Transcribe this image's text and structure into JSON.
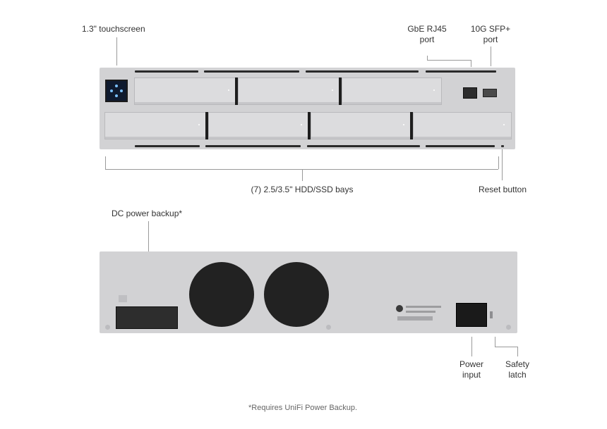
{
  "front": {
    "touchscreen_label": "1.3\" touchscreen",
    "rj45_label_line1": "GbE RJ45",
    "rj45_label_line2": "port",
    "sfp_label_line1": "10G SFP+",
    "sfp_label_line2": "port",
    "bays_label": "(7) 2.5/3.5\" HDD/SSD bays",
    "reset_label": "Reset button"
  },
  "rear": {
    "dc_power_label": "DC power backup*",
    "power_input_line1": "Power",
    "power_input_line2": "input",
    "safety_latch_line1": "Safety",
    "safety_latch_line2": "latch"
  },
  "footnote": "*Requires UniFi Power Backup.",
  "colors": {
    "panel": "#d2d2d4",
    "screen": "#0f1a2e",
    "leader": "#9a9a9a"
  }
}
